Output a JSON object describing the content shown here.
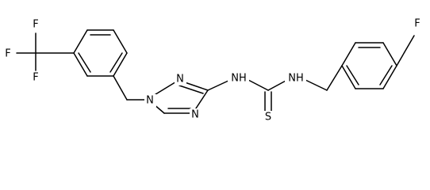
{
  "molecule": {
    "atom_labels": {
      "f1": "F",
      "f2": "F",
      "f3": "F",
      "n_triazole_top": "N",
      "n_triazole_1": "N",
      "n_triazole_bottom": "N",
      "nh_left": "NH",
      "nh_right": "NH",
      "s": "S",
      "f_para": "F"
    },
    "colors": {
      "bond": "#000000",
      "text": "#000000",
      "background": "#ffffff"
    }
  }
}
